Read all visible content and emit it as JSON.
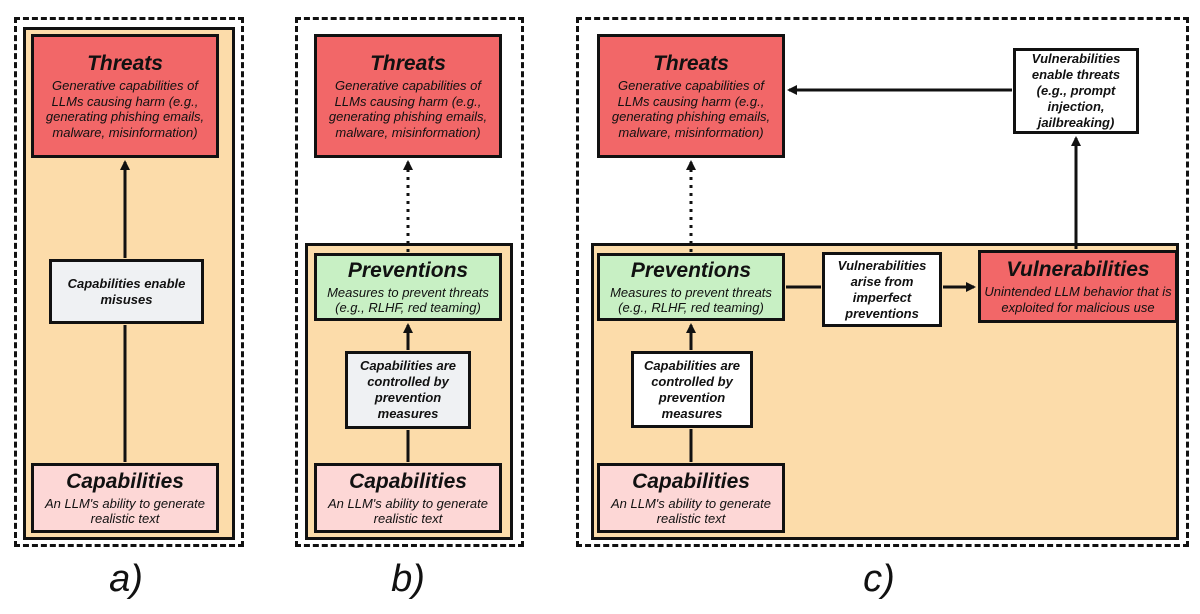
{
  "panels": {
    "a": {
      "caption": "a)",
      "threats": {
        "title": "Threats",
        "desc": "Generative capabilities of LLMs causing harm (e.g., generating phishing emails, malware, misinformation)"
      },
      "edge_label": "Capabilities enable misuses",
      "capabilities": {
        "title": "Capabilities",
        "desc": "An LLM's ability to generate realistic text"
      }
    },
    "b": {
      "caption": "b)",
      "threats": {
        "title": "Threats",
        "desc": "Generative capabilities of LLMs causing harm (e.g., generating phishing emails, malware, misinformation)"
      },
      "preventions": {
        "title": "Preventions",
        "desc": "Measures to prevent threats (e.g., RLHF, red teaming)"
      },
      "edge_label": "Capabilities are controlled by prevention measures",
      "capabilities": {
        "title": "Capabilities",
        "desc": "An LLM's ability to generate realistic text"
      }
    },
    "c": {
      "caption": "c)",
      "threats": {
        "title": "Threats",
        "desc": "Generative capabilities of LLMs causing harm (e.g., generating phishing emails, malware, misinformation)"
      },
      "vuln_enable_label": "Vulnerabilities enable threats (e.g., prompt injection, jailbreaking)",
      "preventions": {
        "title": "Preventions",
        "desc": "Measures to prevent threats (e.g., RLHF, red teaming)"
      },
      "vuln_arise_label": "Vulnerabilities arise from imperfect preventions",
      "vulnerabilities": {
        "title": "Vulnerabilities",
        "desc": "Unintended LLM behavior that is exploited for malicious use"
      },
      "edge_label": "Capabilities are controlled by prevention measures",
      "capabilities": {
        "title": "Capabilities",
        "desc": "An LLM's ability to generate realistic text"
      }
    }
  }
}
